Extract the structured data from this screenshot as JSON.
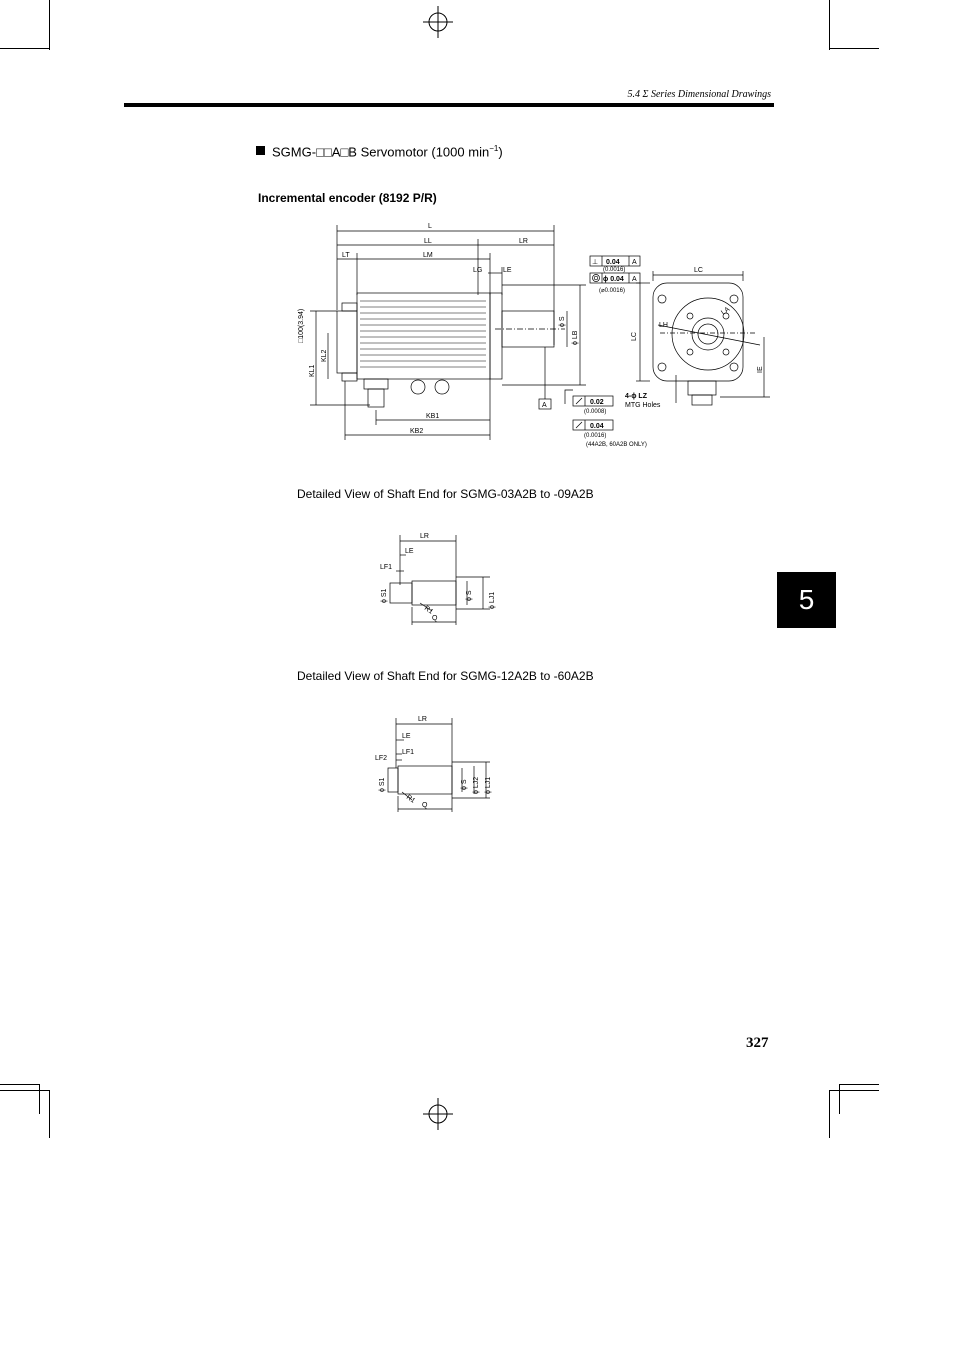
{
  "header": {
    "running_title": "5.4 Σ Series Dimensional Drawings"
  },
  "section": {
    "heading_prefix": "SGMG-",
    "heading_model_suffix": "□□A□B Servomotor (1000 min",
    "heading_superscript": "−1",
    "heading_close": ")",
    "subheading": "Incremental encoder (8192 P/R)"
  },
  "main_drawing": {
    "dim_L": "L",
    "dim_LL": "LL",
    "dim_LR": "LR",
    "dim_LT": "LT",
    "dim_LM": "LM",
    "dim_LG": "LG",
    "dim_LE": "LE",
    "dim_KL1": "KL1",
    "dim_KL2": "KL2",
    "dim_KB1": "KB1",
    "dim_KB2": "KB2",
    "dim_S": "ϕ S",
    "dim_LB": "ϕ LB",
    "dim_LC_top": "LC",
    "dim_LC_side": "LC",
    "dim_LA": "LA",
    "dim_LH": "LH",
    "dim_IE": "IE",
    "flange_size": "□100(3.94)",
    "datum": "A",
    "tol_perp_value": "0.04",
    "tol_perp_datum": "A",
    "tol_perp_inch": "(0.0016)",
    "tol_conc_value": "ϕ 0.04",
    "tol_conc_datum": "A",
    "tol_conc_inch": "(⌀0.0016)",
    "runout1_value": "0.02",
    "runout1_inch": "(0.0008)",
    "runout2_value": "0.04",
    "runout2_inch": "(0.0016)",
    "runout2_note": "(44A2B, 60A2B ONLY)",
    "holes_label": "4-ϕ LZ",
    "holes_desc": "MTG Holes"
  },
  "shaft_detail_1": {
    "caption": "Detailed View of Shaft End for SGMG-03A2B to -09A2B",
    "dim_LR": "LR",
    "dim_LE": "LE",
    "dim_LF1": "LF1",
    "dim_S1": "ϕ S1",
    "dim_S": "ϕ S",
    "dim_LJ1": "ϕ LJ1",
    "dim_R1": "R1",
    "dim_Q": "Q"
  },
  "shaft_detail_2": {
    "caption": "Detailed View of Shaft End for SGMG-12A2B to -60A2B",
    "dim_LR": "LR",
    "dim_LE": "LE",
    "dim_LF1": "LF1",
    "dim_LF2": "LF2",
    "dim_S1": "ϕ S1",
    "dim_S": "ϕ S",
    "dim_LJ2": "ϕ LJ2",
    "dim_LJ1": "ϕ LJ1",
    "dim_R1": "R1",
    "dim_Q": "Q"
  },
  "chapter_tab": "5",
  "page_number": "327"
}
